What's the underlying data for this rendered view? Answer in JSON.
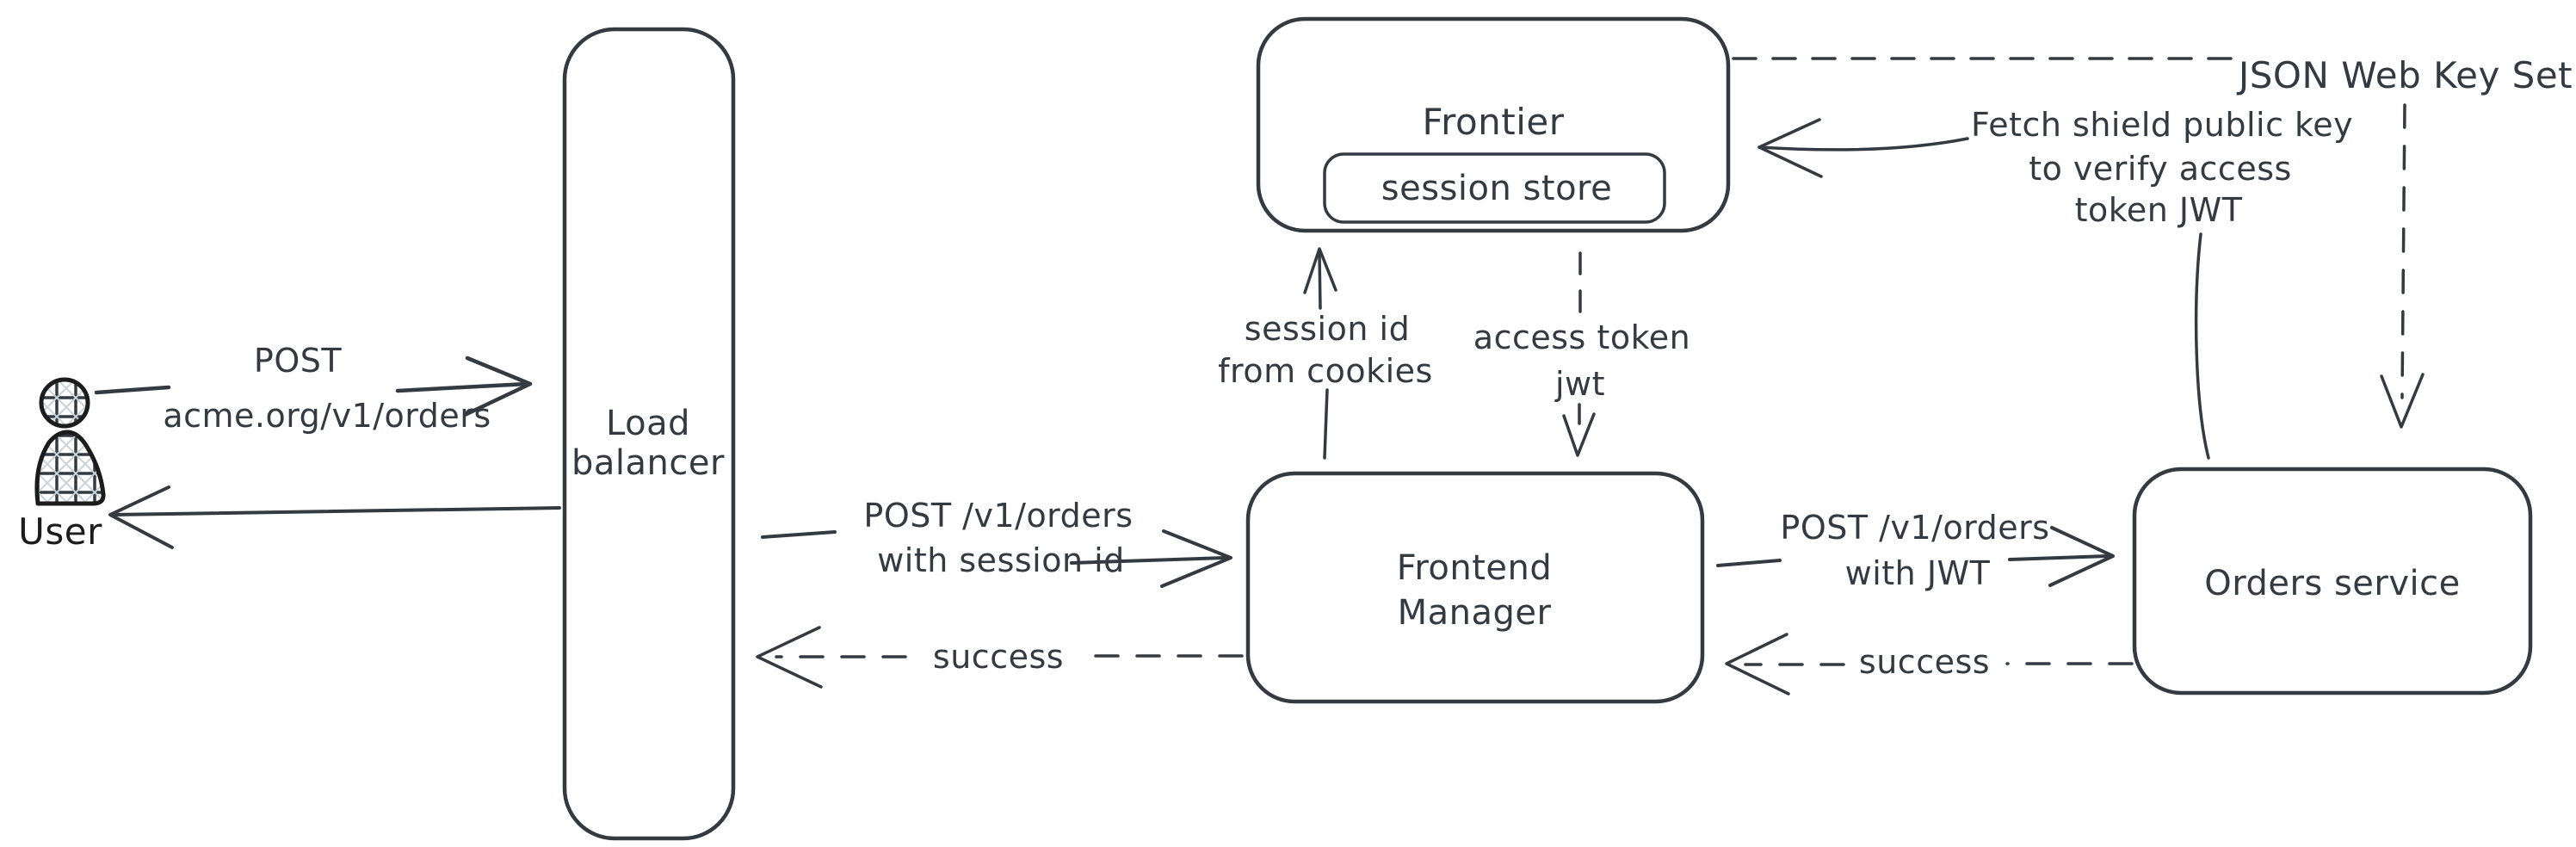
{
  "diagram": {
    "background": "#ffffff",
    "ink_color": "#343a42",
    "user_ink_color": "#1c1c1c",
    "hatch_color": "#c9d3da",
    "nodes": {
      "user": {
        "label": "User",
        "icon": "person-icon"
      },
      "load_balancer": {
        "line1": "Load",
        "line2": "balancer"
      },
      "frontier": {
        "label": "Frontier"
      },
      "session_store": {
        "label": "session store"
      },
      "frontend_manager": {
        "line1": "Frontend",
        "line2": "Manager"
      },
      "orders_service": {
        "label": "Orders service"
      }
    },
    "edges": {
      "user_to_lb": {
        "line1": "POST",
        "line2": "acme.org/v1/orders",
        "style": "solid-arrow-right"
      },
      "lb_to_user": {
        "style": "solid-arrow-left"
      },
      "lb_to_fm": {
        "line1": "POST /v1/orders",
        "line2": "with session id",
        "style": "solid-arrow-right"
      },
      "fm_to_lb": {
        "label": "success",
        "style": "dashed-arrow-left"
      },
      "fm_to_frontier": {
        "line1": "session id",
        "line2": "from cookies",
        "style": "solid-arrow-up"
      },
      "frontier_to_fm": {
        "line1": "access token",
        "line2": "jwt",
        "style": "dashed-arrow-down"
      },
      "fm_to_orders": {
        "line1": "POST /v1/orders",
        "line2": "with JWT",
        "style": "solid-arrow-right"
      },
      "orders_to_fm": {
        "label": "success",
        "style": "dashed-arrow-left"
      },
      "frontier_to_jwks": {
        "label": "JSON Web Key Set",
        "style": "dashed-line"
      },
      "jwks_to_orders": {
        "style": "dashed-arrow-down"
      },
      "orders_to_frontier": {
        "line1": "Fetch shield public key",
        "line2": "to verify access",
        "line3": "token JWT",
        "style": "solid-arrow-left"
      }
    }
  }
}
